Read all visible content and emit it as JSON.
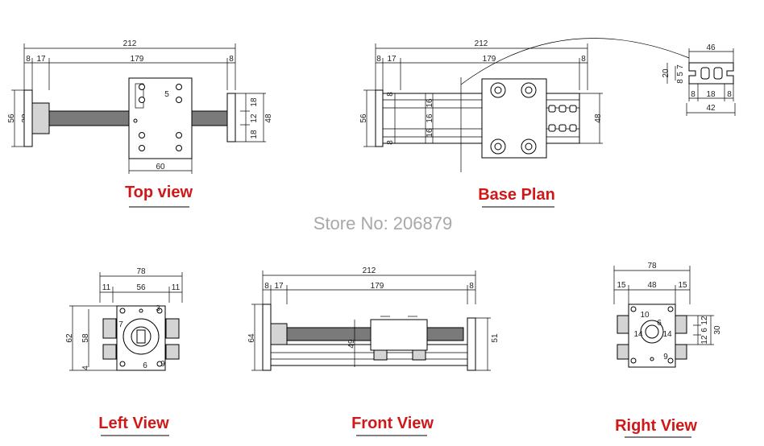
{
  "store_label": "Store No: 206879",
  "views": {
    "top": {
      "title": "Top view",
      "dims": {
        "overall": "212",
        "left_end": "8",
        "motor_gap": "17",
        "travel": "179",
        "right_end": "8",
        "height_outer": "56",
        "height_inner": "28",
        "carriage_width": "60",
        "right_18a": "18",
        "right_12": "12",
        "right_18b": "18",
        "right_48": "48",
        "hole_small": "5"
      }
    },
    "base": {
      "title": "Base Plan",
      "dims": {
        "overall": "212",
        "left_end": "8",
        "motor_gap": "17",
        "travel": "179",
        "right_end": "8",
        "height": "56",
        "rail_span": "48",
        "rail_a": "16",
        "rail_b": "16",
        "rail_c": "16",
        "inner_a": "8",
        "inner_b": "8"
      }
    },
    "profile": {
      "dims": {
        "top": "46",
        "height_20": "20",
        "slot_7": "7",
        "slot_5": "5",
        "slot_8": "8",
        "bottom_8a": "8",
        "bottom_18": "18",
        "bottom_8b": "8",
        "bottom_42": "42"
      }
    },
    "left": {
      "title": "Left View",
      "dims": {
        "overall": "78",
        "side_a": "11",
        "center": "56",
        "side_b": "11",
        "height_62": "62",
        "height_58": "58",
        "bolt_4": "4",
        "hole_6": "6",
        "hole_9": "9",
        "hole_7": "7",
        "hole_3": "3"
      }
    },
    "front": {
      "title": "Front View",
      "dims": {
        "overall": "212",
        "left_end": "8",
        "motor_gap": "17",
        "travel": "179",
        "right_end": "8",
        "height_64": "64",
        "height_49": "49",
        "height_51": "51"
      }
    },
    "right": {
      "title": "Right View",
      "dims": {
        "overall": "78",
        "side_a": "15",
        "center": "48",
        "side_b": "15",
        "h_12a": "12",
        "h_6": "6",
        "h_12b": "12",
        "h_30": "30",
        "w_14a": "14",
        "w_14b": "14",
        "hole_6": "6",
        "hole_9": "9",
        "hole_10": "10"
      }
    }
  }
}
